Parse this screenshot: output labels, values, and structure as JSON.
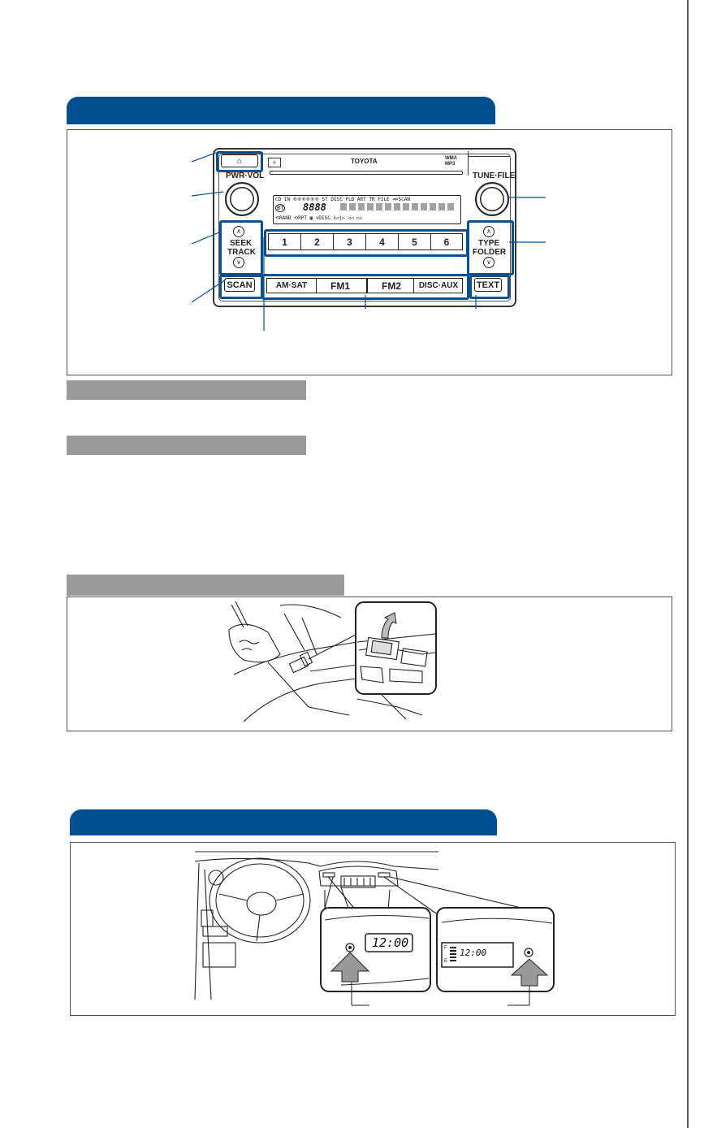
{
  "radio": {
    "brand": "TOYOTA",
    "badge": "WMA MP3",
    "home_glyph": "⌂",
    "pwr_vol": "PWR·VOL",
    "tune_file": "TUNE·FILE",
    "seek_track": [
      "SEEK",
      "TRACK"
    ],
    "type_folder": [
      "TYPE",
      "FOLDER"
    ],
    "presets": [
      "1",
      "2",
      "3",
      "4",
      "5",
      "6"
    ],
    "sources": [
      "AM·SAT",
      "FM1",
      "FM2",
      "DISC·AUX"
    ],
    "scan": "SCAN",
    "text": "TEXT",
    "display": {
      "row1": "CD IN  ⑥⑥⑥⑥⑥⑥   ST  DISC    FLD ART  TR  FILE       ⊲⊳SCAN",
      "big": "8888",
      "bt": "BT",
      "row3": "⟲RAND   ⟲RPT    ▣ ∨DISC ∧◁|▷     ◁◁        ▷▷"
    }
  },
  "clocks": {
    "left": "12:00",
    "right": "12:00",
    "gauge": [
      "F",
      "E"
    ]
  },
  "colors": {
    "accent": "#004f90",
    "section_bar": "#9a9a9a"
  },
  "icons": [
    "cd-slot-icon",
    "seek-up-icon",
    "seek-down-icon",
    "type-up-icon",
    "type-down-icon",
    "clock-adjust-button-icon",
    "arrow-up-icon"
  ]
}
